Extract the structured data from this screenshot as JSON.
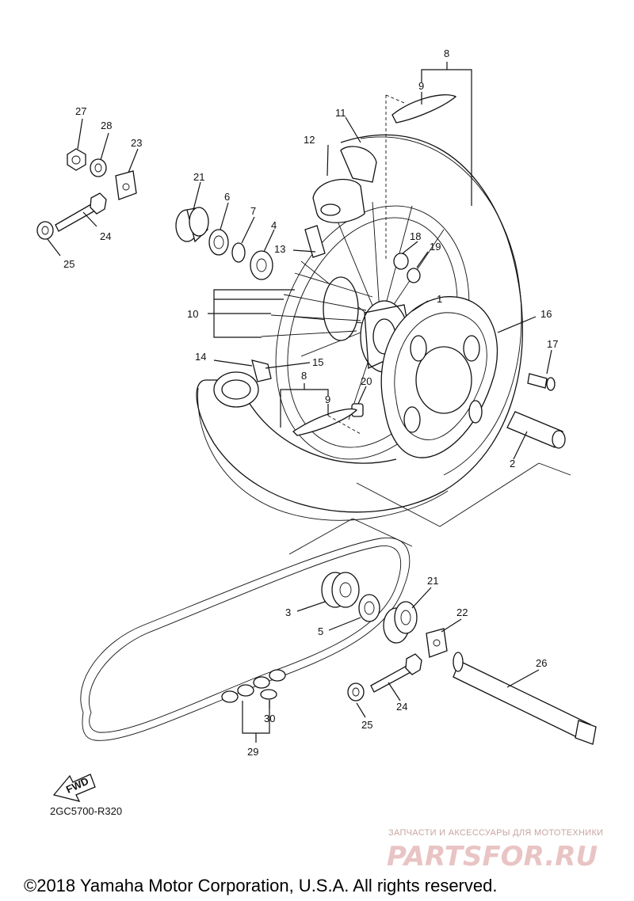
{
  "labels": [
    {
      "id": "1",
      "text": "1"
    },
    {
      "id": "2",
      "text": "2"
    },
    {
      "id": "3",
      "text": "3"
    },
    {
      "id": "4",
      "text": "4"
    },
    {
      "id": "5",
      "text": "5"
    },
    {
      "id": "6",
      "text": "6"
    },
    {
      "id": "7",
      "text": "7"
    },
    {
      "id": "8a",
      "text": "8"
    },
    {
      "id": "8b",
      "text": "8"
    },
    {
      "id": "9a",
      "text": "9"
    },
    {
      "id": "9b",
      "text": "9"
    },
    {
      "id": "10",
      "text": "10"
    },
    {
      "id": "11",
      "text": "11"
    },
    {
      "id": "12",
      "text": "12"
    },
    {
      "id": "13",
      "text": "13"
    },
    {
      "id": "14",
      "text": "14"
    },
    {
      "id": "15",
      "text": "15"
    },
    {
      "id": "16",
      "text": "16"
    },
    {
      "id": "17",
      "text": "17"
    },
    {
      "id": "18",
      "text": "18"
    },
    {
      "id": "19",
      "text": "19"
    },
    {
      "id": "20",
      "text": "20"
    },
    {
      "id": "21a",
      "text": "21"
    },
    {
      "id": "21b",
      "text": "21"
    },
    {
      "id": "22",
      "text": "22"
    },
    {
      "id": "23",
      "text": "23"
    },
    {
      "id": "24a",
      "text": "24"
    },
    {
      "id": "24b",
      "text": "24"
    },
    {
      "id": "25a",
      "text": "25"
    },
    {
      "id": "25b",
      "text": "25"
    },
    {
      "id": "26",
      "text": "26"
    },
    {
      "id": "27",
      "text": "27"
    },
    {
      "id": "28",
      "text": "28"
    },
    {
      "id": "29",
      "text": "29"
    },
    {
      "id": "30",
      "text": "30"
    }
  ],
  "fwd_label": "FWD",
  "diagram_code": "2GC5700-R320",
  "watermark_caption": "ЗАПЧАСТИ И АКСЕССУАРЫ ДЛЯ МОТОТЕХНИКИ",
  "watermark_logo": "PARTSFOR.RU",
  "copyright": "©2018 Yamaha Motor Corporation, U.S.A. All rights reserved."
}
